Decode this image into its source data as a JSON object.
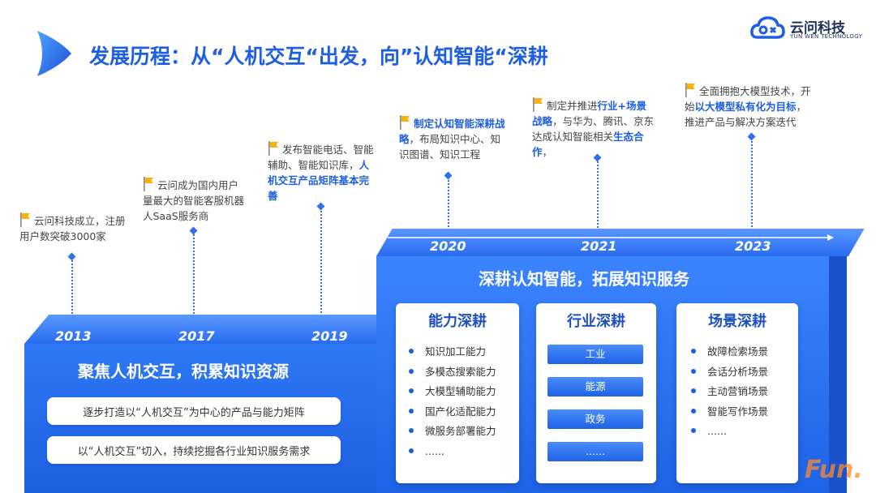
{
  "header": {
    "title": "发展历程：从“人机交互“出发，向”认知智能“深耕",
    "brand_name": "云问科技",
    "brand_sub": "YUN WEN TECHNOLOGY"
  },
  "milestones": [
    {
      "pre": "云问科技成立，注册用户数突破3000家",
      "hl": "",
      "post": ""
    },
    {
      "pre": "云问成为国内用户量最大的智能客服机器人SaaS服务商",
      "hl": "",
      "post": ""
    },
    {
      "pre": "发布智能电话、智能辅助、智能知识库，",
      "hl": "人机交互产品矩阵基本完善",
      "post": ""
    },
    {
      "pre": "",
      "hl": "制定认知智能深耕战略",
      "post": "，布局知识中心、知识图谱、知识工程"
    },
    {
      "pre": "制定并推进",
      "hl": "行业+场景战略",
      "post": "，与华为、腾讯、京东达成认知智能相关",
      "hl2": "生态合作",
      "post2": "，"
    },
    {
      "pre": "全面拥抱大模型技术，开始",
      "hl": "以大模型私有化为目标",
      "post": "，推进产品与解决方案迭代"
    }
  ],
  "years_left": [
    "2013",
    "2017",
    "2019"
  ],
  "years_right": [
    "2020",
    "2021",
    "2023"
  ],
  "left_block": {
    "title": "聚焦人机交互，积累知识资源",
    "pills": [
      "逐步打造以“人机交互”为中心的产品与能力矩阵",
      "以“人机交互”切入，持续挖掘各行业知识服务需求"
    ]
  },
  "right_block": {
    "title": "深耕认知智能，拓展知识服务",
    "cards": [
      {
        "title": "能力深耕",
        "items": [
          "知识加工能力",
          "多模态搜索能力",
          "大模型辅助能力",
          "国产化适配能力",
          "微服务部署能力",
          "......"
        ]
      },
      {
        "title": "行业深耕",
        "items": [
          "工业",
          "能源",
          "政务",
          "......"
        ]
      },
      {
        "title": "场景深耕",
        "items": [
          "故障检索场景",
          "会话分析场景",
          "主动营销场景",
          "智能写作场景",
          "......"
        ]
      }
    ]
  },
  "watermark": "Fun."
}
